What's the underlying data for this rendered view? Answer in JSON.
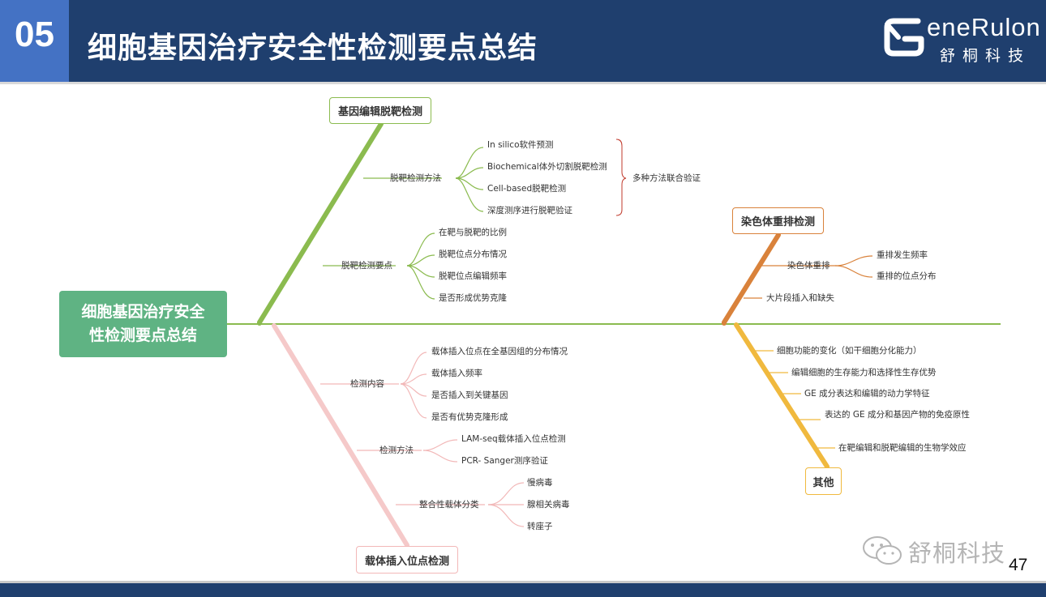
{
  "header": {
    "section_number": "05",
    "title": "细胞基因治疗安全性检测要点总结",
    "logo_brand": "eneRulon",
    "logo_chinese": "舒桐科技",
    "logo_icon": "generulon-g-icon"
  },
  "diagram": {
    "root": {
      "line1": "细胞基因治疗安全",
      "line2": "性检测要点总结"
    },
    "branch_offtarget": {
      "title": "基因编辑脱靶检测",
      "color": "#8bbb4f",
      "methods": {
        "label": "脱靶检测方法",
        "items": [
          "In silico软件预测",
          "Biochemical体外切割脱靶检测",
          "Cell-based脱靶检测",
          "深度测序进行脱靶验证"
        ],
        "bracket_note": "多种方法联合验证"
      },
      "points": {
        "label": "脱靶检测要点",
        "items": [
          "在靶与脱靶的比例",
          "脱靶位点分布情况",
          "脱靶位点编辑频率",
          "是否形成优势克隆"
        ]
      }
    },
    "branch_insertion": {
      "title": "载体插入位点检测",
      "color": "#f5c9c9",
      "content": {
        "label": "检测内容",
        "items": [
          "载体插入位点在全基因组的分布情况",
          "载体插入频率",
          "是否插入到关键基因",
          "是否有优势克隆形成"
        ]
      },
      "methods": {
        "label": "检测方法",
        "items": [
          "LAM-seq载体插入位点检测",
          "PCR- Sanger测序验证"
        ]
      },
      "vectors": {
        "label": "整合性载体分类",
        "items": [
          "慢病毒",
          "腺相关病毒",
          "转座子"
        ]
      }
    },
    "branch_chromosome": {
      "title": "染色体重排检测",
      "color": "#d9823b",
      "rearrangement": {
        "label": "染色体重排",
        "items": [
          "重排发生频率",
          "重排的位点分布"
        ]
      },
      "indel": "大片段插入和缺失"
    },
    "branch_other": {
      "title": "其他",
      "color": "#f0b93e",
      "items": [
        "细胞功能的变化（如干细胞分化能力）",
        "编辑细胞的生存能力和选择性生存优势",
        "GE 成分表达和编辑的动力学特征",
        "表达的 GE 成分和基因产物的免疫原性",
        "在靶编辑和脱靶编辑的生物学效应"
      ]
    },
    "spine_color": "#8bbb4f"
  },
  "watermark": {
    "text": "舒桐科技",
    "icon": "wechat-icon"
  },
  "page_number": "47"
}
